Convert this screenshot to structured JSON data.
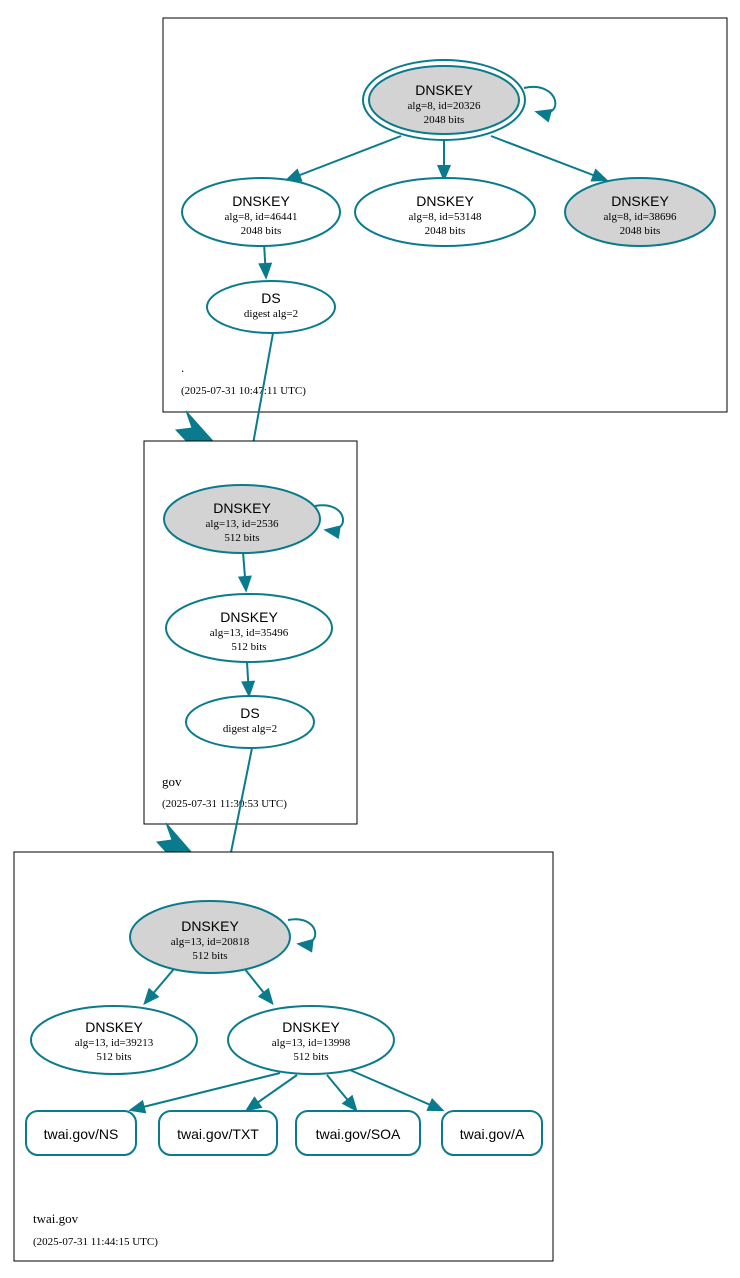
{
  "diagram": {
    "kind": "dnssec-authentication-chain",
    "accent_color": "#0a7b8c",
    "shaded_node_color": "#d3d3d3",
    "box_border_color": "#000000",
    "zones": [
      {
        "id": "root",
        "name": ".",
        "timestamp": "(2025-07-31 10:47:11 UTC)",
        "nodes": [
          {
            "id": "root-ksk",
            "type": "DNSKEY",
            "title": "DNSKEY",
            "line2": "alg=8, id=20326",
            "line3": "2048 bits",
            "shaded": true,
            "trust_anchor": true,
            "self_signed": true
          },
          {
            "id": "root-zsk-46441",
            "type": "DNSKEY",
            "title": "DNSKEY",
            "line2": "alg=8, id=46441",
            "line3": "2048 bits",
            "shaded": false,
            "trust_anchor": false,
            "self_signed": false
          },
          {
            "id": "root-zsk-53148",
            "type": "DNSKEY",
            "title": "DNSKEY",
            "line2": "alg=8, id=53148",
            "line3": "2048 bits",
            "shaded": false,
            "trust_anchor": false,
            "self_signed": false
          },
          {
            "id": "root-zsk-38696",
            "type": "DNSKEY",
            "title": "DNSKEY",
            "line2": "alg=8, id=38696",
            "line3": "2048 bits",
            "shaded": true,
            "trust_anchor": false,
            "self_signed": false
          },
          {
            "id": "root-ds-gov",
            "type": "DS",
            "title": "DS",
            "line2": "digest alg=2",
            "line3": "",
            "shaded": false,
            "trust_anchor": false,
            "self_signed": false
          }
        ]
      },
      {
        "id": "gov",
        "name": "gov",
        "timestamp": "(2025-07-31 11:30:53 UTC)",
        "nodes": [
          {
            "id": "gov-ksk",
            "type": "DNSKEY",
            "title": "DNSKEY",
            "line2": "alg=13, id=2536",
            "line3": "512 bits",
            "shaded": true,
            "trust_anchor": false,
            "self_signed": true
          },
          {
            "id": "gov-zsk-35496",
            "type": "DNSKEY",
            "title": "DNSKEY",
            "line2": "alg=13, id=35496",
            "line3": "512 bits",
            "shaded": false,
            "trust_anchor": false,
            "self_signed": false
          },
          {
            "id": "gov-ds-twai",
            "type": "DS",
            "title": "DS",
            "line2": "digest alg=2",
            "line3": "",
            "shaded": false,
            "trust_anchor": false,
            "self_signed": false
          }
        ]
      },
      {
        "id": "twai.gov",
        "name": "twai.gov",
        "timestamp": "(2025-07-31 11:44:15 UTC)",
        "nodes": [
          {
            "id": "twai-ksk",
            "type": "DNSKEY",
            "title": "DNSKEY",
            "line2": "alg=13, id=20818",
            "line3": "512 bits",
            "shaded": true,
            "trust_anchor": false,
            "self_signed": true
          },
          {
            "id": "twai-zsk-39213",
            "type": "DNSKEY",
            "title": "DNSKEY",
            "line2": "alg=13, id=39213",
            "line3": "512 bits",
            "shaded": false,
            "trust_anchor": false,
            "self_signed": false
          },
          {
            "id": "twai-zsk-13998",
            "type": "DNSKEY",
            "title": "DNSKEY",
            "line2": "alg=13, id=13998",
            "line3": "512 bits",
            "shaded": false,
            "trust_anchor": false,
            "self_signed": false
          }
        ],
        "rrsets": [
          {
            "id": "rrset-ns",
            "label": "twai.gov/NS"
          },
          {
            "id": "rrset-txt",
            "label": "twai.gov/TXT"
          },
          {
            "id": "rrset-soa",
            "label": "twai.gov/SOA"
          },
          {
            "id": "rrset-a",
            "label": "twai.gov/A"
          }
        ]
      }
    ]
  }
}
